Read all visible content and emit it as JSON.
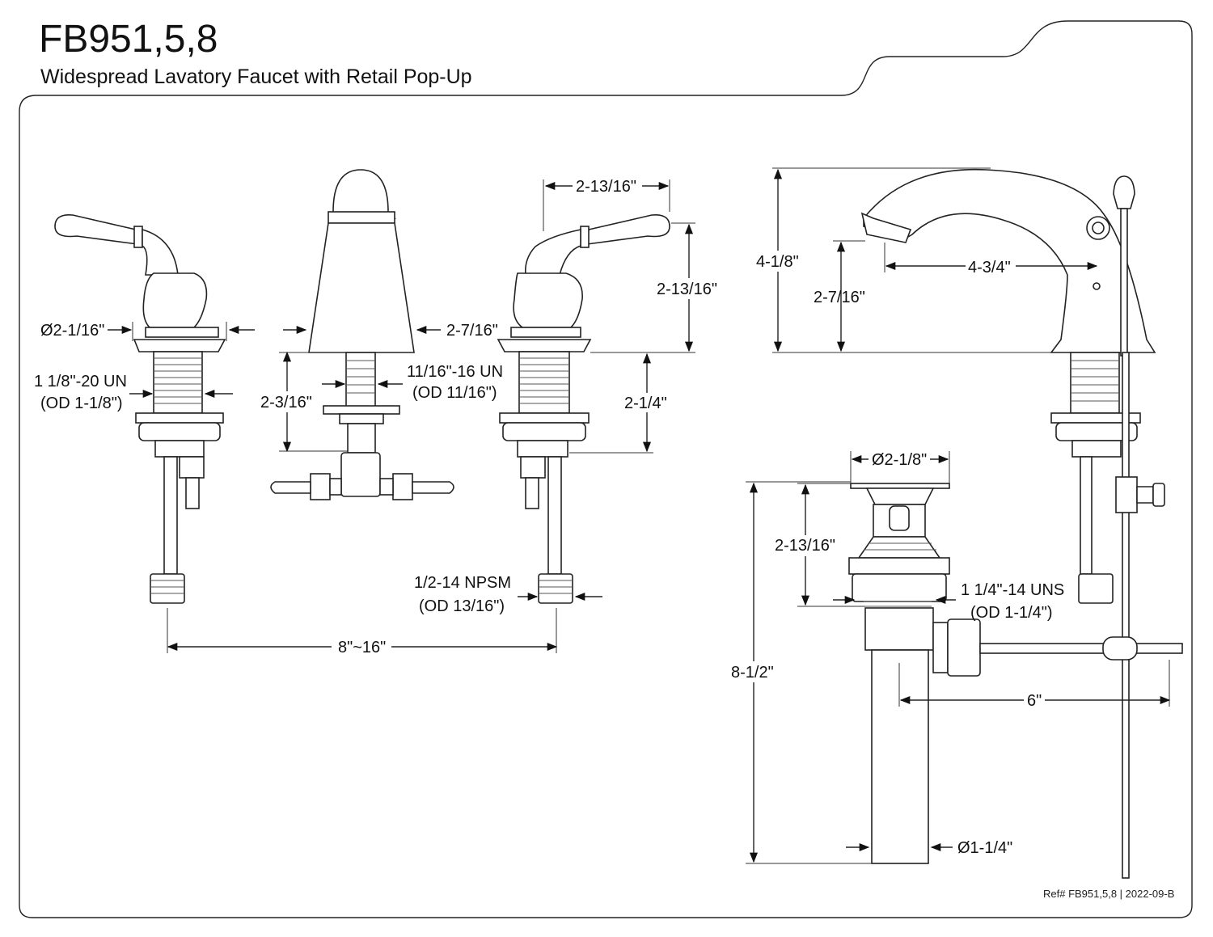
{
  "title": {
    "model": "FB951,5,8",
    "subtitle": "Widespread Lavatory Faucet with Retail Pop-Up"
  },
  "dimensions": {
    "handle_diameter": "Ø2-1/16\"",
    "handle_thread": "1 1/8\"-20 UN",
    "handle_thread_od": "(OD 1-1/8\")",
    "spout_shank_length": "2-3/16\"",
    "spout_base": "2-7/16\"",
    "spout_thread": "11/16\"-16 UN",
    "spout_thread_od": "(OD 11/16\")",
    "handle_width": "2-13/16\"",
    "handle_height": "2-13/16\"",
    "handle_shank_length": "2-1/4\"",
    "supply_thread": "1/2-14 NPSM",
    "supply_thread_od": "(OD 13/16\")",
    "center_spread": "8\"~16\"",
    "spout_height": "4-1/8\"",
    "spout_clearance": "2-7/16\"",
    "spout_reach": "4-3/4\"",
    "drain_flange_diameter": "Ø2-1/8\"",
    "drain_flange_height": "2-13/16\"",
    "drain_thread": "1 1/4\"-14 UNS",
    "drain_thread_od": "(OD 1-1/4\")",
    "drain_total_length": "8-1/2\"",
    "drain_tail_diameter": "Ø1-1/4\"",
    "pivot_rod_length": "6\""
  },
  "footer": {
    "reference": "Ref# FB951,5,8 | 2022-09-B"
  }
}
